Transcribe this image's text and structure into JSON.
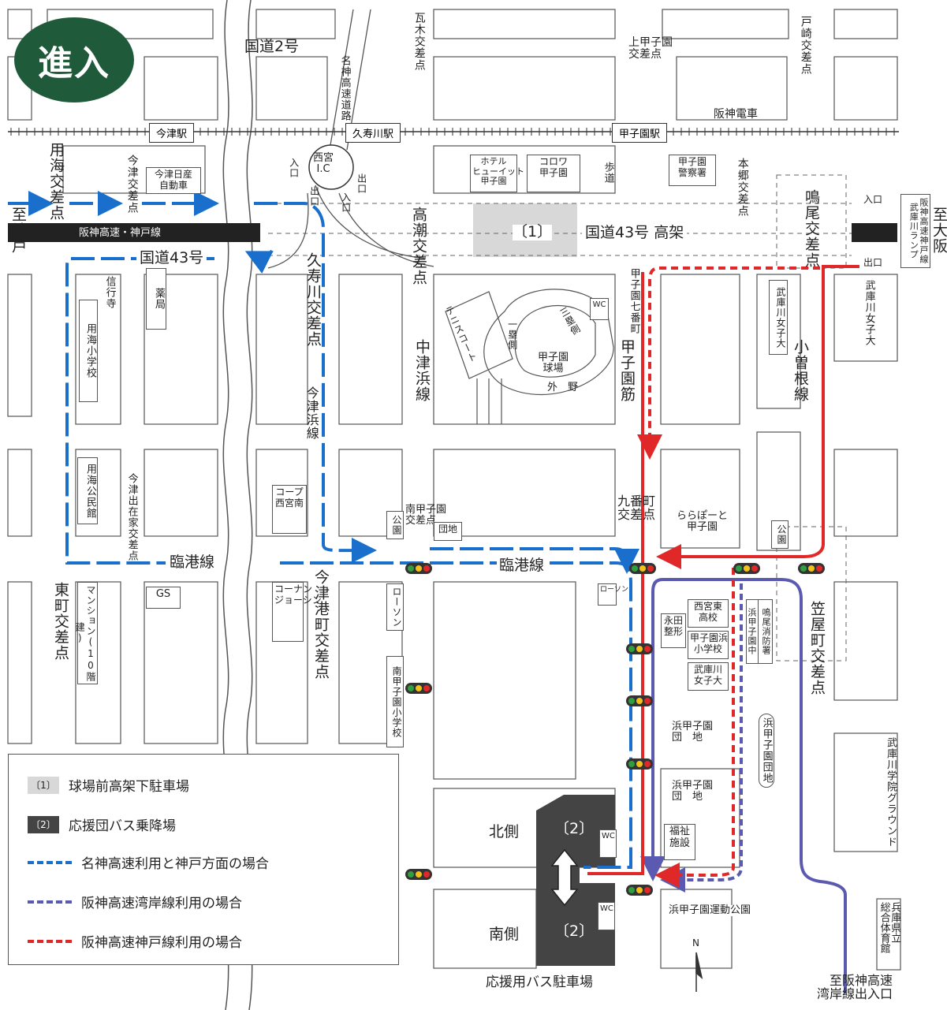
{
  "badge": "進入",
  "roads": {
    "kokudo2": "国道2号",
    "meishin": "名神高速道路",
    "kokudo43": "国道43号",
    "kokudo43_elevated": "国道43号 高架",
    "hanshin_kobe": "阪神高速・神戸線",
    "rinko": "臨港線",
    "rinko2": "臨港線",
    "nakatsuhama": "中津浜線",
    "koshienSuji": "甲子園筋",
    "kosone": "小曽根線",
    "imazuhama": "今津浜線",
    "hanshin_railway": "阪神電車"
  },
  "stations": {
    "imazu": "今津駅",
    "kusugawa": "久寿川駅",
    "koshien": "甲子園駅"
  },
  "ic": {
    "name": "西宮\nI.C",
    "entrance": "入口",
    "exit": "出口",
    "entrance2": "入口",
    "exit2": "出口"
  },
  "directions": {
    "kobe": "至神戸",
    "osaka": "至大阪",
    "bayshore": "至阪神高速\n湾岸線出入口",
    "ramp": "阪神高速神戸線\n武庫川ランプ",
    "ramp_in": "入口",
    "ramp_out": "出口"
  },
  "intersections": {
    "yokai": "用海交差点",
    "imazu": "今津交差点",
    "kawaragi": "瓦木交差点",
    "kamikoshien": "上甲子園\n交差点",
    "tozaki": "戸崎交差点",
    "hongo": "本郷交差点",
    "naruo": "鳴尾交差点",
    "takashio": "高潮交差点",
    "kusugawa": "久寿川交差点",
    "koshien7": "甲子園七番町",
    "kuban": "九番町\n交差点",
    "minamikoshien": "南甲子園\n交差点",
    "higashimachi": "東町交差点",
    "imazuminatomachi": "今津港町交差点",
    "kasaya": "笠屋町交差点"
  },
  "landmarks": {
    "imazu_nissan": "今津日産\n自動車",
    "hotel": "ホテル\nヒューイット\n甲子園",
    "corowa": "コロワ\n甲子園",
    "hodo": "歩道",
    "police": "甲子園\n警察署",
    "shingyoji": "信行寺",
    "yokai_school": "用海小学校",
    "yakkyoku": "薬局",
    "yokai_hall": "用海公民館",
    "imazu_zaika": "今津出在家交差点",
    "coop": "コープ\n西宮南",
    "koen1": "公園",
    "danchi": "団地",
    "tennis": "テニスコート",
    "stadium": "甲子園\n球場",
    "first_base": "一塁側",
    "third_base": "三塁側",
    "outfield": "外　野",
    "wc1": "WC",
    "mukogawa_univ1": "武庫川女子大",
    "mukogawa_univ2": "武庫川女子大",
    "lalaport": "ららぽーと\n甲子園",
    "koen2": "公園",
    "mansion": "マンション(10階建)",
    "gs": "GS",
    "konan": "コーナン\nジョーシン",
    "lawson1": "ローソン",
    "lawson2": "ローソン",
    "minamikoshien_school": "南甲子園小学校",
    "nagata": "永田\n整形",
    "nishinomiya_higashi": "西宮東\n高校",
    "koshienhama_school": "甲子園浜\n小学校",
    "mukogawa_univ3": "武庫川\n女子大",
    "naruo_fire": "鳴尾消防署",
    "hamakoshien_jhs": "浜甲子園中",
    "hamakoshien_danchi1": "浜甲子園\n団　地",
    "hamakoshien_danchi2": "浜甲子園\n団　地",
    "hamakoshien_danchi3": "浜甲子園団地",
    "welfare": "福祉\n施設",
    "mukogawa_ground": "武庫川学院グラウンド",
    "hamakoshien_park": "浜甲子園運動公園",
    "hyogo_gym": "兵庫県立\n総合体育館",
    "north": "北側",
    "south": "南側",
    "wc2": "WC",
    "wc3": "WC",
    "bus_parking": "応援用バス駐車場",
    "north_mark": "N"
  },
  "parking": {
    "p1": "〔1〕",
    "p2a": "〔2〕",
    "p2b": "〔2〕"
  },
  "legend": {
    "items": [
      {
        "swatch": "〔1〕",
        "label": "球場前高架下駐車場"
      },
      {
        "swatch": "〔2〕",
        "label": "応援団バス乗降場"
      },
      {
        "swatch": "",
        "label": "名神高速利用と神戸方面の場合"
      },
      {
        "swatch": "",
        "label": "阪神高速湾岸線利用の場合"
      },
      {
        "swatch": "",
        "label": "阪神高速神戸線利用の場合"
      }
    ]
  },
  "colors": {
    "blue_route": "#1a6fcc",
    "purple_route": "#5a5ab0",
    "red_route": "#e02828",
    "badge": "#1f5b3a",
    "expressway": "#222222",
    "bus_area": "#444444",
    "parking1": "#d8d8d8"
  }
}
